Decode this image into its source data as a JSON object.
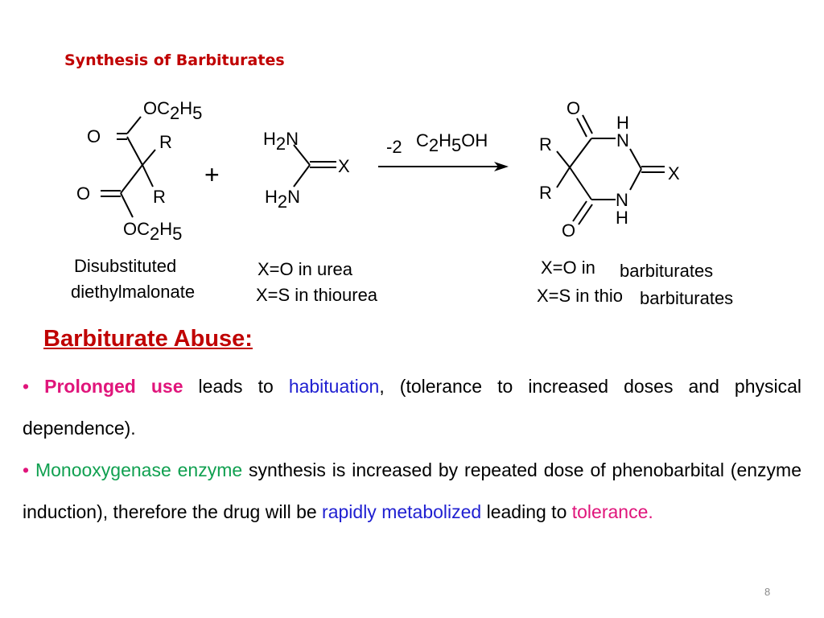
{
  "slide": {
    "title": "Synthesis of Barbiturates",
    "page_number": "8"
  },
  "scheme": {
    "malonate": {
      "oc2h5_top": [
        "OC",
        "2",
        "H",
        "5"
      ],
      "o_top": "O",
      "r_top": "R",
      "o_bottom": "O",
      "r_bottom": "R",
      "oc2h5_bottom": [
        "OC",
        "2",
        "H",
        "5"
      ],
      "caption_line1": "Disubstituted",
      "caption_line2": "diethylmalonate"
    },
    "plus": "+",
    "urea": {
      "h2n_top": [
        "H",
        "2",
        "N"
      ],
      "h2n_bottom": [
        "H",
        "2",
        "N"
      ],
      "x": "X",
      "caption_line1": "X=O in urea",
      "caption_line2": "X=S in thiourea"
    },
    "arrow": {
      "minus2": "-2",
      "c2h5oh": [
        "C",
        "2",
        "H",
        "5",
        "OH"
      ]
    },
    "product": {
      "o_top": "O",
      "h_top": "H",
      "n_top": "N",
      "r_top": "R",
      "x": "X",
      "r_bottom": "R",
      "n_bottom": "N",
      "h_bottom": "H",
      "o_bottom": "O",
      "caption_line1a": "X=O in",
      "caption_line1b": "barbiturates",
      "caption_line2a": "X=S in thio",
      "caption_line2b": "barbiturates"
    }
  },
  "abuse": {
    "heading": "Barbiturate Abuse:",
    "bullet": "•",
    "p1": {
      "a": "Prolonged use",
      "b": " leads to ",
      "c": "habituation",
      "d": ", (tolerance to increased doses and physical dependence)."
    },
    "p2": {
      "a": "Monooxygenase enzyme",
      "b": " synthesis is increased by repeated dose of phenobarbital (enzyme induction), therefore the drug will be ",
      "c": "rapidly metabolized",
      "d": " leading to ",
      "e": "tolerance."
    }
  }
}
